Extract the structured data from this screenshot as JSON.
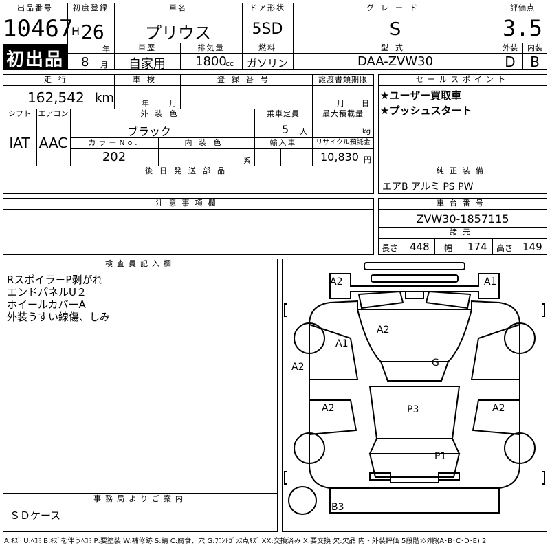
{
  "header": {
    "lot_label": "出品番号",
    "lot_number": "10467",
    "first_listing": "初出品",
    "reg_label": "初度登録",
    "era": "H",
    "year": "26",
    "year_unit": "年",
    "month": "8",
    "month_unit": "月",
    "name_label": "車名",
    "car_name": "プリウス",
    "history_label": "車歴",
    "history": "自家用",
    "displacement_label": "排気量",
    "displacement": "1800",
    "displacement_unit": "cc",
    "door_label": "ドア形状",
    "door": "5SD",
    "fuel_label": "燃料",
    "fuel": "ガソリン",
    "grade_label": "グレード",
    "grade": "S",
    "model_label": "型式",
    "model": "DAA-ZVW30",
    "score_label": "評価点",
    "score": "3.5",
    "ext_label": "外装",
    "ext": "D",
    "int_label": "内装",
    "int": "B"
  },
  "row2": {
    "mileage_label": "走行",
    "mileage": "162,542",
    "mileage_unit": "km",
    "inspection_label": "車検",
    "insp_year_unit": "年",
    "insp_month_unit": "月",
    "plate_label": "登録番号",
    "transfer_label": "譲渡書類期限",
    "transfer_month_unit": "月",
    "transfer_day_unit": "日",
    "shift_label": "シフト",
    "shift": "IAT",
    "ac_label": "エアコン",
    "ac": "AAC",
    "color_label": "外装色",
    "color": "ブラック",
    "capacity_label": "乗車定員",
    "capacity": "5",
    "capacity_unit": "人",
    "load_label": "最大積載量",
    "load_unit": "kg",
    "color_no_label": "カラーNo.",
    "color_no": "202",
    "interior_color_label": "内装色",
    "interior_unit": "系",
    "import_label": "輸入車",
    "recycle_label": "リサイクル預託金",
    "recycle": "10,830",
    "recycle_unit": "円",
    "later_parts_label": "後日発送部品"
  },
  "sales": {
    "label": "セールスポイント",
    "points": [
      "★ユーザー買取車",
      "★プッシュスタート"
    ]
  },
  "equipment": {
    "label": "純正装備",
    "value": "エアB アルミ PS PW"
  },
  "notes": {
    "label": "注意事項欄"
  },
  "chassis": {
    "label": "車台番号",
    "value": "ZVW30-1857115"
  },
  "dims": {
    "label": "諸元",
    "length_label": "長さ",
    "length": "448",
    "width_label": "幅",
    "width": "174",
    "height_label": "高さ",
    "height": "149"
  },
  "inspector": {
    "label": "検査員記入欄",
    "lines": [
      "Rスポイラ－P剥がれ",
      "エンドパネルU２",
      "ホイールカバーA",
      "外装うすい線傷、しみ"
    ]
  },
  "office": {
    "label": "事務局よりご案内",
    "value": "ＳＤケース"
  },
  "diagram": {
    "marks": {
      "front_left": "A2",
      "front_right": "A1",
      "hood": "A2",
      "left_front_door": "A1",
      "left_fender": "A2",
      "windshield": "G",
      "left_rear_door": "A2",
      "right_rear_door": "A2",
      "roof": "P3",
      "trunk": "P1",
      "rear_bumper": "B3"
    }
  },
  "footer": "A:ｷｽﾞ U:ﾍｺﾐ B:ｷｽﾞを伴うﾍｺﾐ P:要塗装 W:補修跡 S:錆 C:腐食、穴 G:ﾌﾛﾝﾄｶﾞﾗｽ点ｷｽﾞ XX:交換済み X:要交換 欠:欠品 内・外装評価 5段階ﾗﾝｸ順(A･B･C･D･E) 2"
}
